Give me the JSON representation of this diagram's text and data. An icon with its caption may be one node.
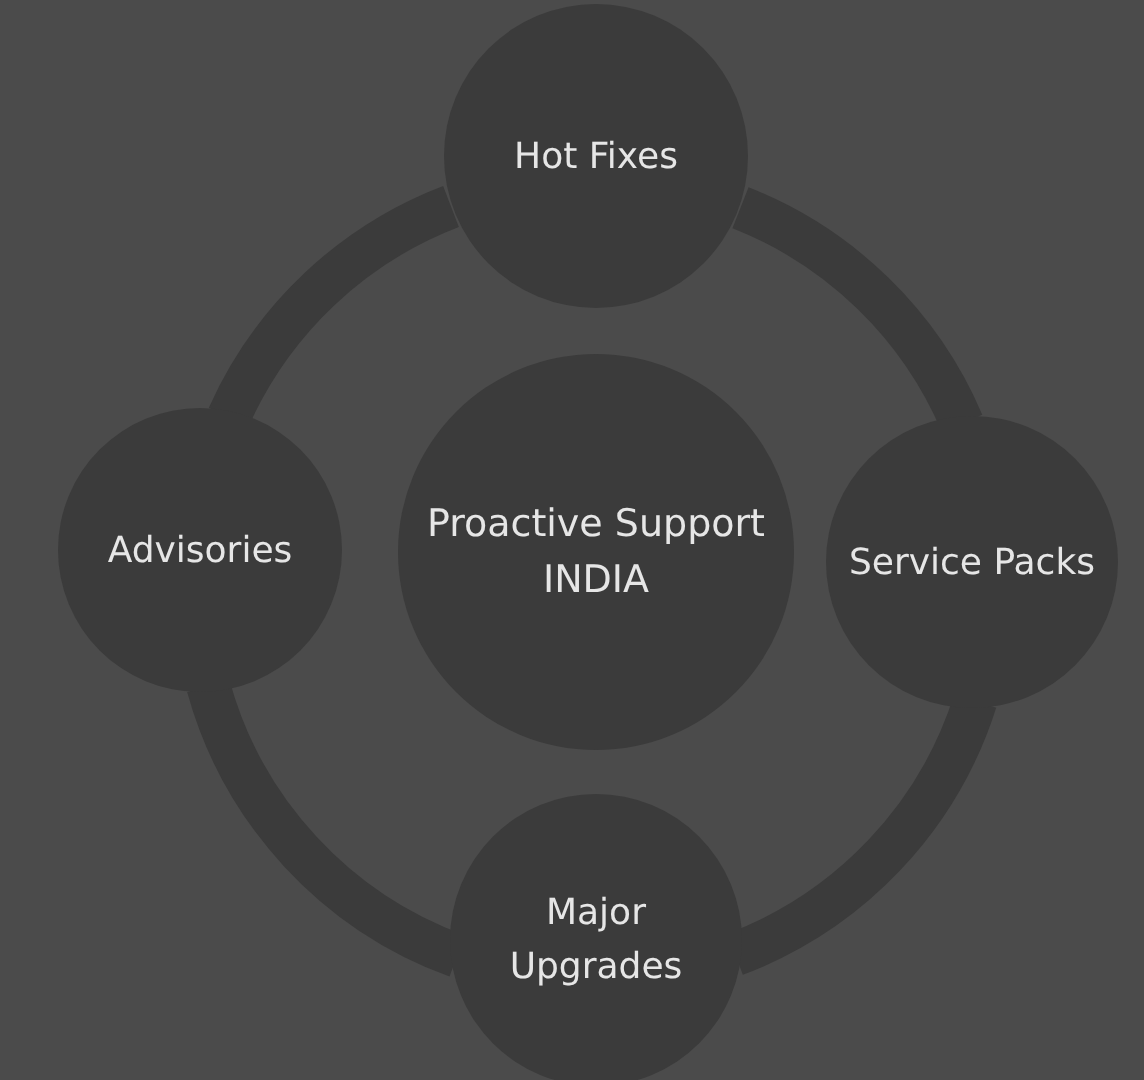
{
  "diagram": {
    "nodes": [
      {
        "text": [
          "Proactive Support INDIA"
        ]
      },
      {
        "text": [
          "Hot Fixes"
        ]
      },
      {
        "text": [
          "Service Packs"
        ]
      },
      {
        "text": [
          "Major Upgrades"
        ]
      },
      {
        "text": [
          "Advisories"
        ]
      }
    ],
    "edges": [
      {
        "from": 1,
        "to": 2,
        "arrow": "none"
      },
      {
        "from": 2,
        "to": 3,
        "arrow": "none"
      },
      {
        "from": 3,
        "to": 4,
        "arrow": "none"
      },
      {
        "from": 4,
        "to": 1,
        "arrow": "none"
      }
    ]
  }
}
